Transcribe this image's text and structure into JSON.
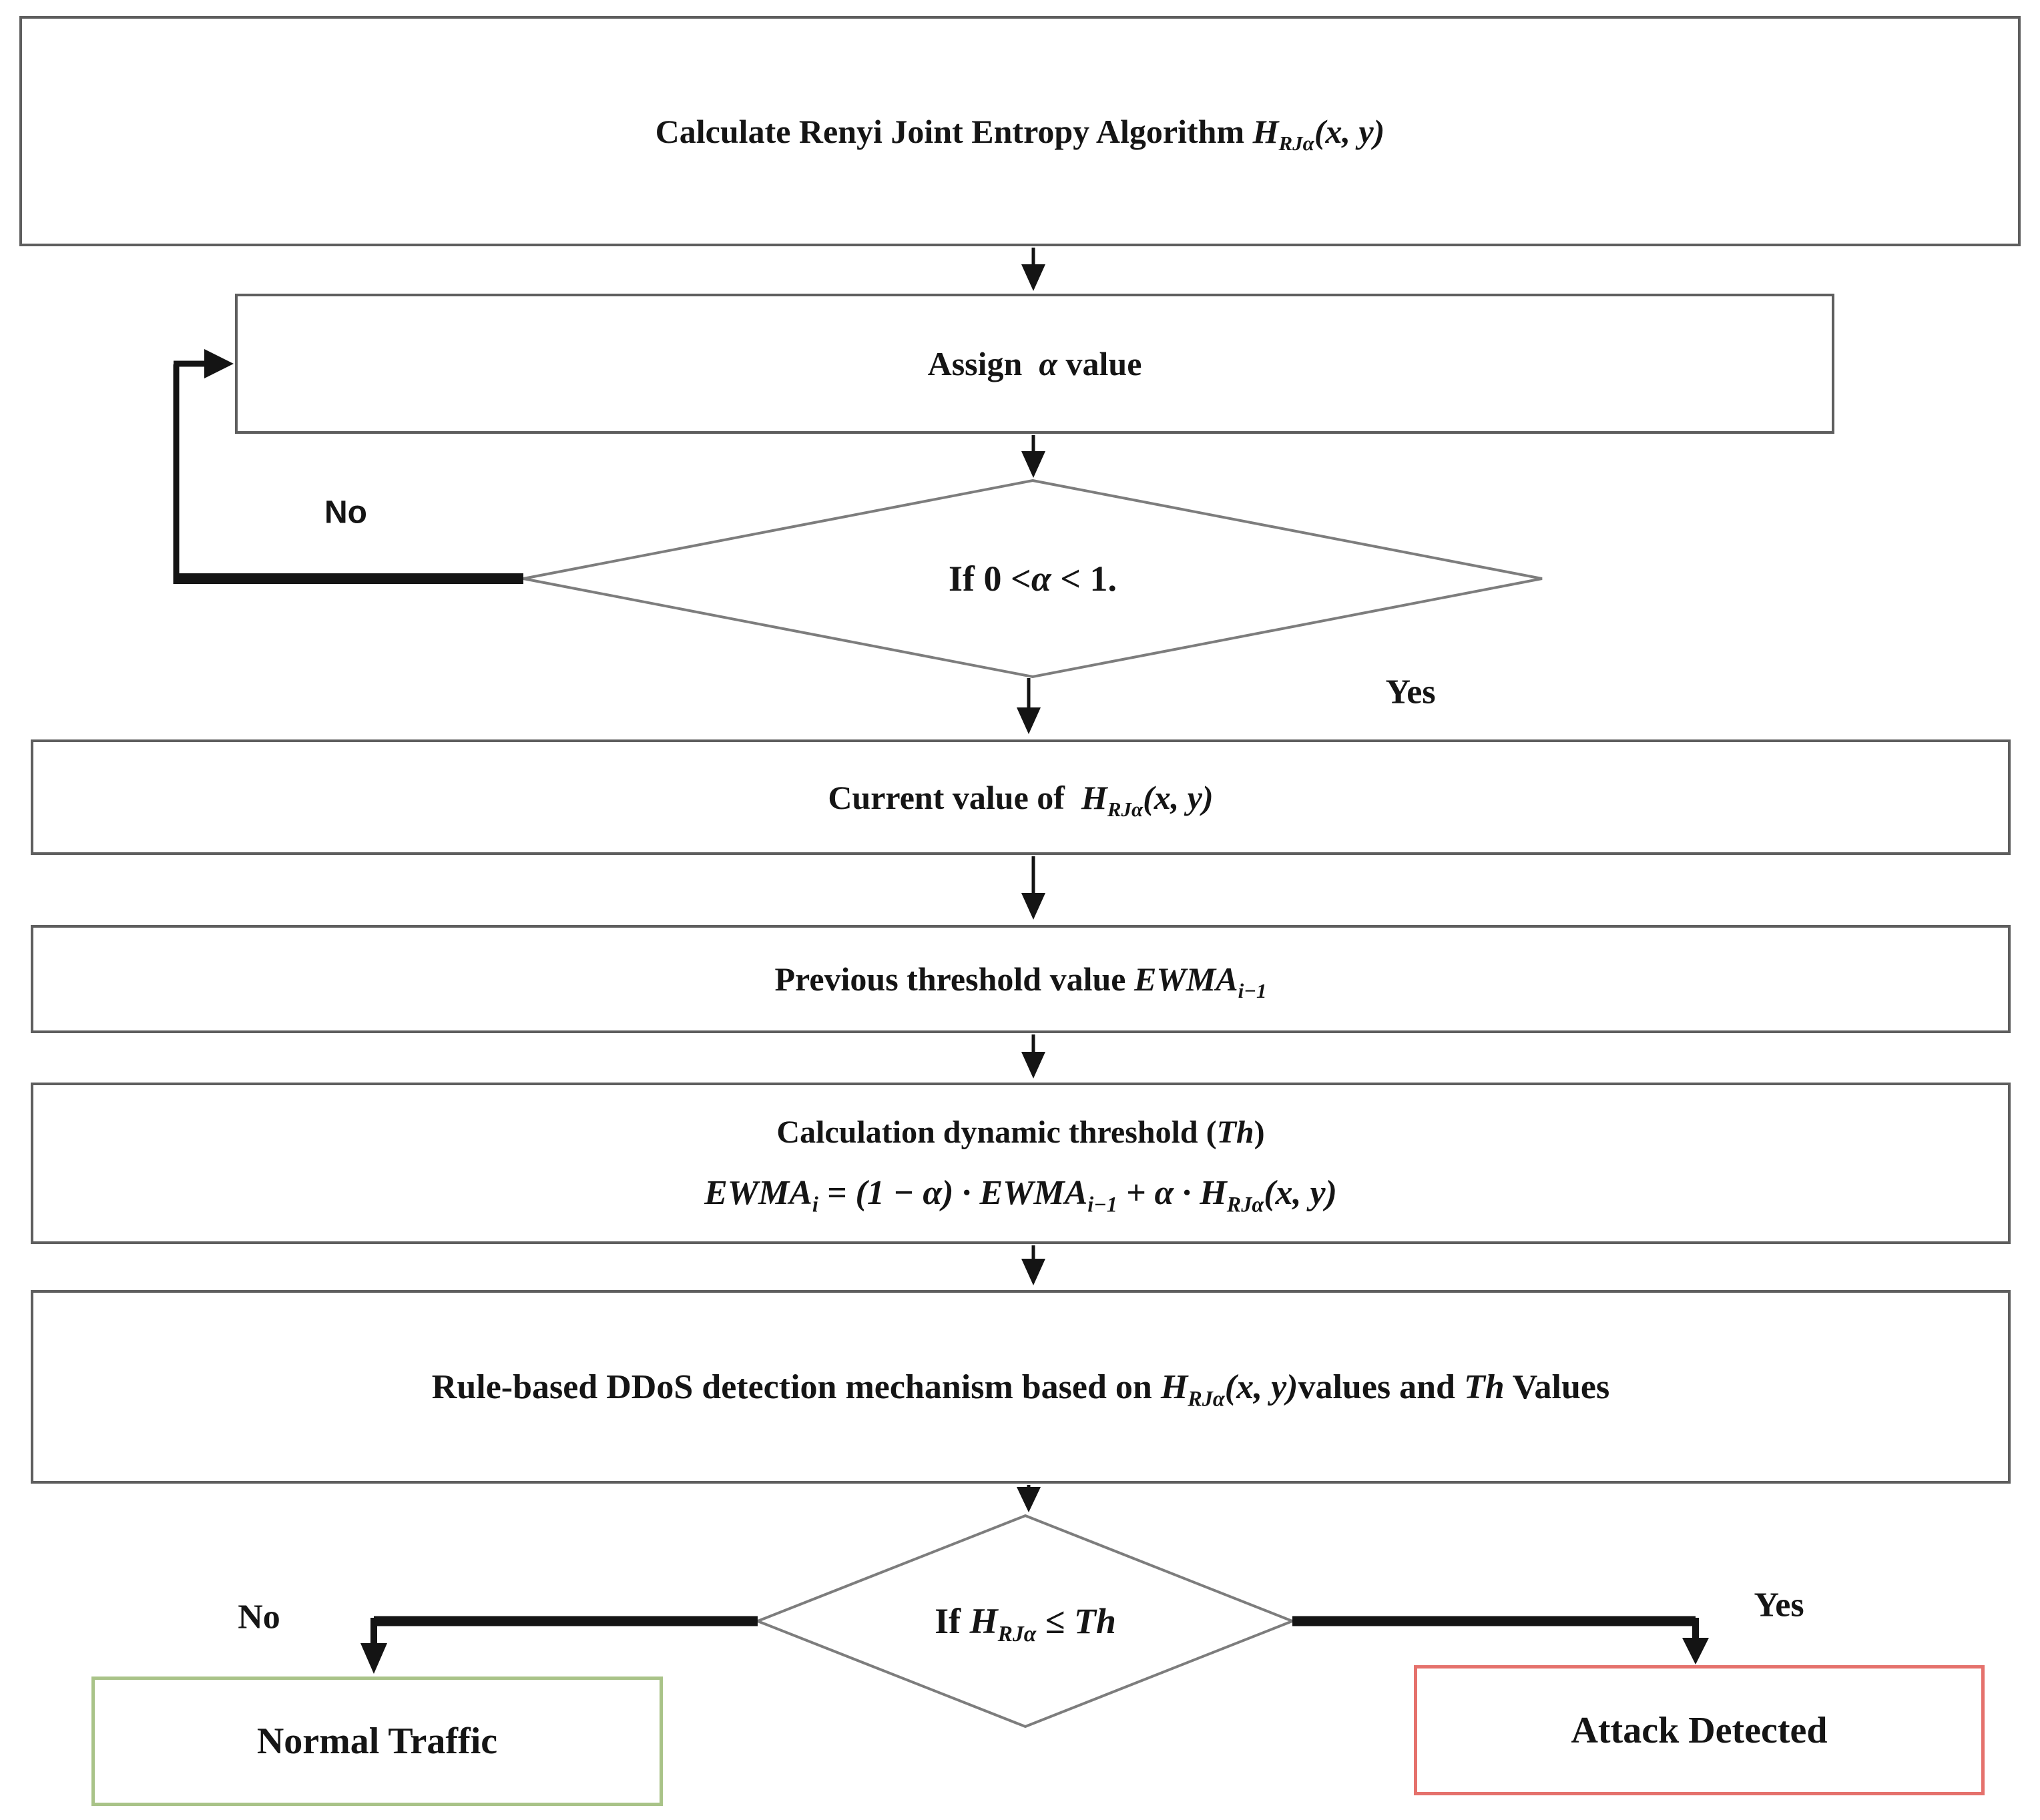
{
  "figure": {
    "title_box": {
      "text": "Calculate Renyi Joint Entropy Algorithm ",
      "sym": "H",
      "sub": "RJα",
      "args": "(x, y)"
    },
    "assign_box": {
      "pre": "Assign  ",
      "alpha": "α",
      "post": " value"
    },
    "alpha_check": {
      "pre": "If 0 <",
      "alpha": "α",
      "post": " < 1."
    },
    "alpha_no": "No",
    "alpha_yes": "Yes",
    "current_box": {
      "text": "Current value of  ",
      "sym": "H",
      "sub": "RJα",
      "args": "(x, y)"
    },
    "previous_box": {
      "text": "Previous threshold value ",
      "sym": "EWMA",
      "sub": "i−1"
    },
    "threshold_box": {
      "line1_pre": "Calculation dynamic threshold (",
      "line1_th": "Th",
      "line1_post": ")",
      "f_ewma1": "EWMA",
      "f_sub1": "i",
      "f_mid1": " = (1 − α) · ",
      "f_ewma2": "EWMA",
      "f_sub2": "i−1",
      "f_mid2": " + α · ",
      "f_h": "H",
      "f_sub3": "RJα",
      "f_args": "(x, y)"
    },
    "rule_box": {
      "pre": "Rule-based DDoS detection mechanism based on ",
      "sym": "H",
      "sub": "RJα",
      "args": "(x, y)",
      "mid": "values and ",
      "th": "Th",
      "post": " Values"
    },
    "final_check": {
      "pre": "If ",
      "sym": "H",
      "sub": "RJα",
      "mid": " ≤ ",
      "th": "Th"
    },
    "final_no": "No",
    "final_yes": "Yes",
    "normal_box": "Normal Traffic",
    "attack_box": "Attack Detected",
    "colors": {
      "normal_border": "#a9c388",
      "attack_border": "#e5716c",
      "box_border": "#5e5e5e",
      "diamond_border": "#7d7d7d",
      "line": "#141414"
    }
  }
}
